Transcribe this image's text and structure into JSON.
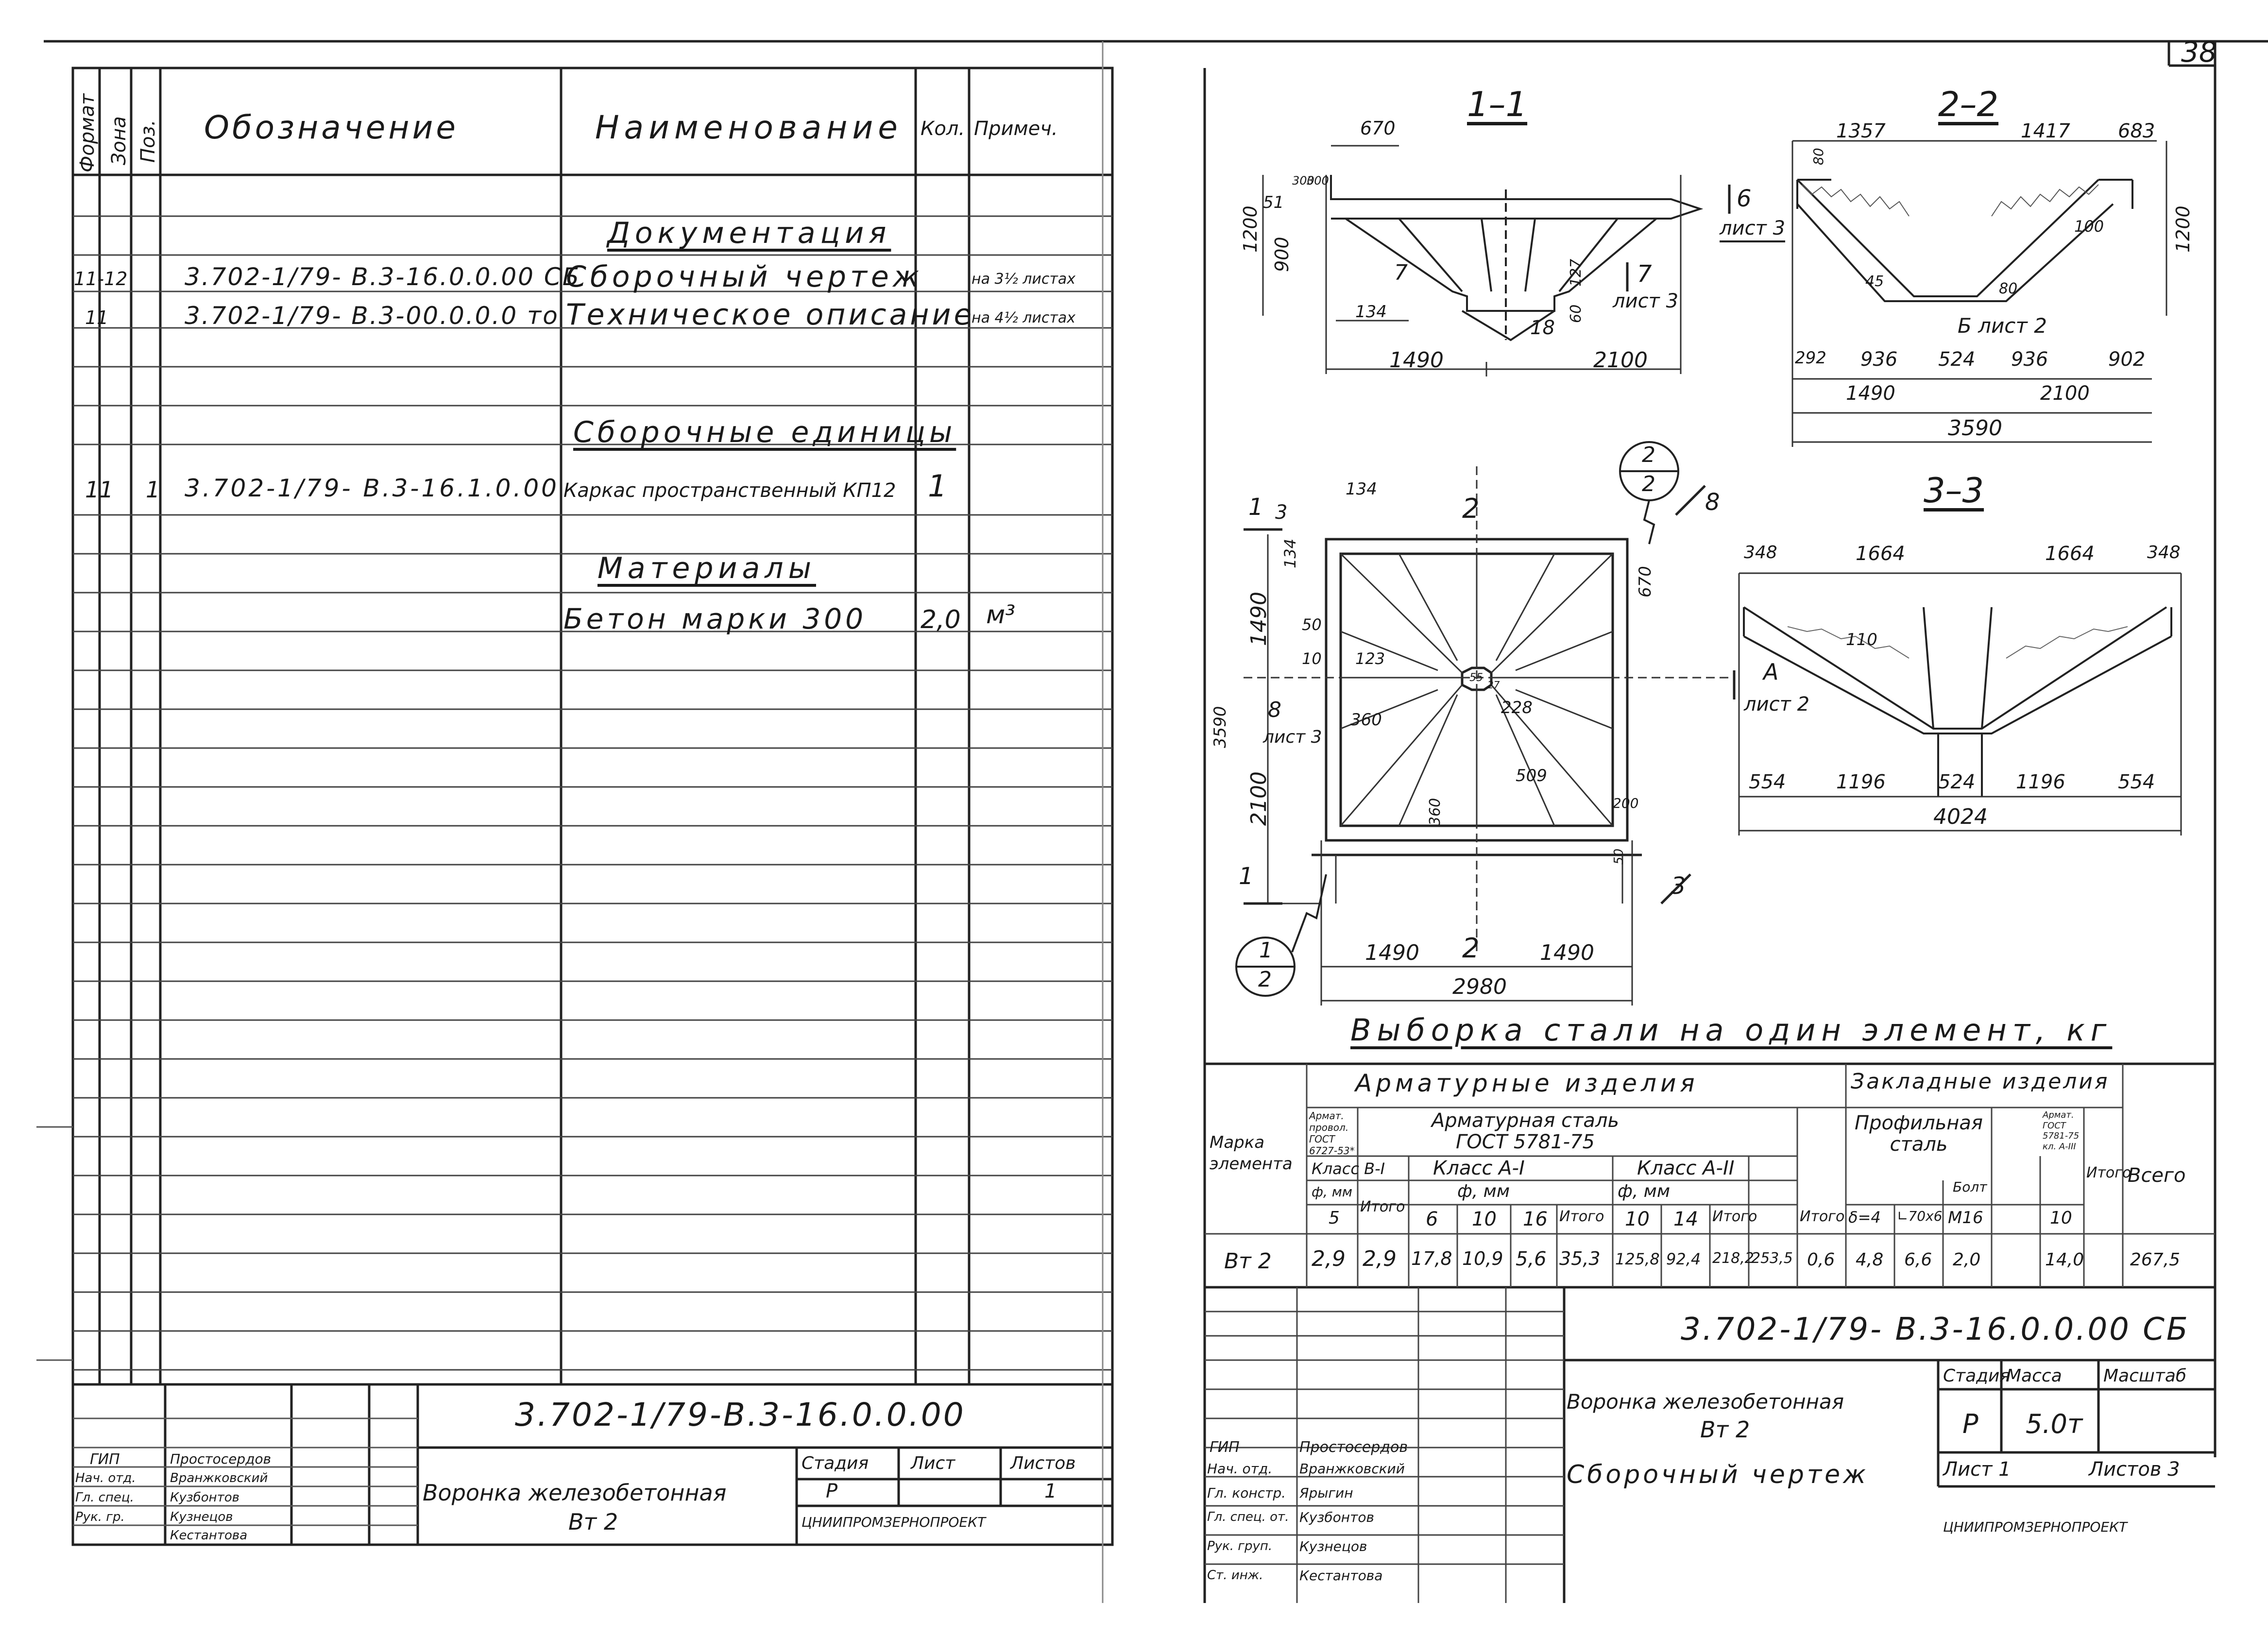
{
  "page": {
    "sheet_number": "38"
  },
  "spec": {
    "headers": {
      "format": "Формат",
      "zone": "Зона",
      "pos": "Поз.",
      "designation": "Обозначение",
      "name": "Наименование",
      "qty": "Кол.",
      "note": "Примеч."
    },
    "sections": {
      "documentation": "Документация",
      "assembly_units": "Сборочные единицы",
      "materials": "Материалы"
    },
    "rows": [
      {
        "format": "11-12",
        "zone": "",
        "pos": "",
        "designation": "3.702-1/79- В.3-16.0.0.00 СБ",
        "name": "Сборочный чертеж",
        "qty": "",
        "note": "на 3½ листах"
      },
      {
        "format": "11",
        "zone": "",
        "pos": "",
        "designation": "3.702-1/79- В.3-00.0.0.0 то",
        "name": "Техническое описание",
        "qty": "",
        "note": "на 4½ листах"
      },
      {
        "format": "11",
        "zone": "",
        "pos": "1",
        "designation": "3.702-1/79- В.3-16.1.0.00",
        "name": "Каркас пространственный КП12",
        "qty": "1",
        "note": ""
      },
      {
        "format": "",
        "zone": "",
        "pos": "",
        "designation": "",
        "name": "Бетон марки 300",
        "qty": "2,0",
        "note": "м³"
      }
    ],
    "title_block": {
      "code": "3.702-1/79-В.3-16.0.0.00",
      "title_line1": "Воронка железобетонная",
      "title_line2": "Вт 2",
      "stage_label": "Стадия",
      "sheet_label": "Лист",
      "sheets_label": "Листов",
      "stage": "Р",
      "sheet": "",
      "sheets": "1",
      "org": "ЦНИИПРОМЗЕРНОПРОЕКТ",
      "roles": [
        "ГИП",
        "Нач. отд.",
        "Гл. спец.",
        "Рук. гр.",
        ""
      ],
      "names": [
        "Простосердов",
        "Вранжковский",
        "Кузбонтов",
        "Кузнецов",
        "Кестантова"
      ]
    }
  },
  "drawing": {
    "views": {
      "section_1_1": {
        "label": "1–1",
        "dims": [
          "670",
          "1200",
          "51",
          "300",
          "300",
          "900",
          "134",
          "7",
          "127",
          "60",
          "18",
          "1490",
          "2100"
        ],
        "marks": [
          "6",
          "лист 3",
          "7",
          "лист 3"
        ]
      },
      "section_2_2": {
        "label": "2–2",
        "dims": [
          "1357",
          "1417",
          "683",
          "80",
          "1200",
          "100",
          "45",
          "80",
          "292",
          "936",
          "524",
          "936",
          "902",
          "1490",
          "2100",
          "3590"
        ],
        "marks": [
          "Б лист 2"
        ]
      },
      "section_3_3": {
        "label": "3–3",
        "dims": [
          "348",
          "1664",
          "1664",
          "348",
          "110",
          "554",
          "1196",
          "524",
          "1196",
          "554",
          "4024"
        ],
        "marks": [
          "А",
          "лист 2"
        ]
      },
      "plan": {
        "dims": [
          "134",
          "1490",
          "134",
          "670",
          "50",
          "10",
          "123",
          "55",
          "27",
          "228",
          "360",
          "509",
          "360",
          "200",
          "50",
          "2100",
          "3590",
          "1490",
          "1490",
          "2980"
        ],
        "marks": [
          "1",
          "3",
          "2",
          "8",
          "лист 3",
          "2",
          "1",
          "3"
        ],
        "callouts": [
          {
            "top": "2",
            "bottom": "2"
          },
          {
            "top": "1",
            "bottom": "2"
          }
        ]
      }
    }
  },
  "steel": {
    "title": "Выборка стали на один элемент, кг",
    "headers": {
      "mark": "Марка элемента",
      "armature_products": "Арматурные изделия",
      "embedded_products": "Закладные изделия",
      "wire": "Армат. провол. ГОСТ 6727-53*",
      "rebar_steel": "Арматурная сталь ГОСТ 5781-75",
      "class_b1": "Класс В-I",
      "class_a1": "Класс А-I",
      "class_a2": "Класс А-II",
      "dia": "ф, мм",
      "total": "Итого",
      "profile_steel": "Профильная сталь",
      "armat_gost": "Армат. ГОСТ 5781-75 кл. А-III",
      "bolt": "Болт",
      "grand_total": "Всего",
      "sizes": [
        "5",
        "6",
        "10",
        "16",
        "10",
        "14",
        "δ=4",
        "∟70х6",
        "М16",
        "10"
      ]
    },
    "row": {
      "mark": "Вт 2",
      "values": [
        "2,9",
        "2,9",
        "17,8",
        "10,9",
        "5,6",
        "35,3",
        "125,8",
        "92,4",
        "218,2",
        "253,5",
        "0,6",
        "4,8",
        "6,6",
        "2,0",
        "14,0",
        "267,5"
      ]
    }
  },
  "title_block_right": {
    "code": "3.702-1/79- В.3-16.0.0.00 СБ",
    "title_line1": "Воронка железобетонная",
    "title_line2": "Вт 2",
    "title_line3": "Сборочный чертеж",
    "stage_label": "Стадия",
    "mass_label": "Масса",
    "scale_label": "Масштаб",
    "stage": "Р",
    "mass": "5.0т",
    "sheet_label": "Лист 1",
    "sheets_label": "Листов 3",
    "org": "ЦНИИПРОМЗЕРНОПРОЕКТ",
    "roles": [
      "ГИП",
      "Нач. отд.",
      "Гл. констр.",
      "Гл. спец. от.",
      "Рук. груп.",
      "Ст. инж."
    ],
    "names": [
      "Простосердов",
      "Вранжковский",
      "Ярыгин",
      "Кузбонтов",
      "Кузнецов",
      "Кестантова"
    ]
  }
}
